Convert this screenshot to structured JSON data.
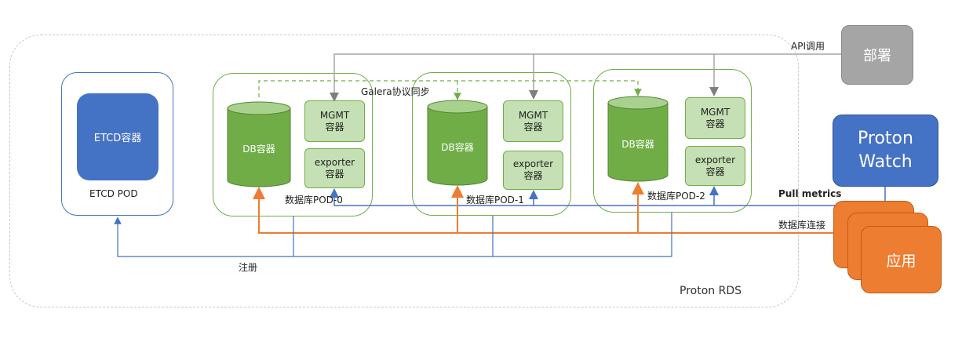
{
  "region": {
    "label": "Proton RDS"
  },
  "etcd": {
    "pod_label": "ETCD POD",
    "container_label": "ETCD容器"
  },
  "pods": [
    {
      "label": "数据库POD-0",
      "db": "DB容器",
      "mgmt": "MGMT\n容器",
      "exporter": "exporter\n容器"
    },
    {
      "label": "数据库POD-1",
      "db": "DB容器",
      "mgmt": "MGMT\n容器",
      "exporter": "exporter\n容器"
    },
    {
      "label": "数据库POD-2",
      "db": "DB容器",
      "mgmt": "MGMT\n容器",
      "exporter": "exporter\n容器"
    }
  ],
  "external": {
    "deploy": "部署",
    "watch": "Proton\nWatch",
    "app": "应用"
  },
  "edges": {
    "api": "API调用",
    "galera": "Galera协议同步",
    "pull": "Pull metrics",
    "dbconn": "数据库连接",
    "register": "注册"
  },
  "colors": {
    "pod_border": "#70ad47",
    "db_fill": "#70ad47",
    "small_fill": "#c5e0b4",
    "etcd_fill": "#4472c4",
    "watch_fill": "#4472c4",
    "app_fill": "#ed7d31",
    "deploy_fill": "#a5a5a5",
    "api_line": "#a5a5a5",
    "blue_line": "#4472c4",
    "orange_line": "#ed7d31",
    "galera_line": "#70ad47"
  }
}
